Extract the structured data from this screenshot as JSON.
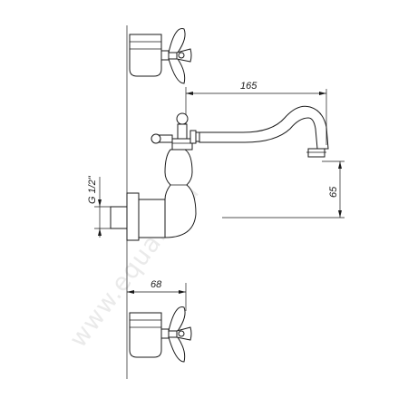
{
  "dimensions": {
    "spout_reach": "165",
    "spout_height": "65",
    "thread_size": "G 1/2\"",
    "handle_offset": "68"
  },
  "watermark": "www.equant.ru",
  "colors": {
    "line": "#1a1a1a",
    "background": "#ffffff",
    "watermark": "#d9d9d9"
  }
}
